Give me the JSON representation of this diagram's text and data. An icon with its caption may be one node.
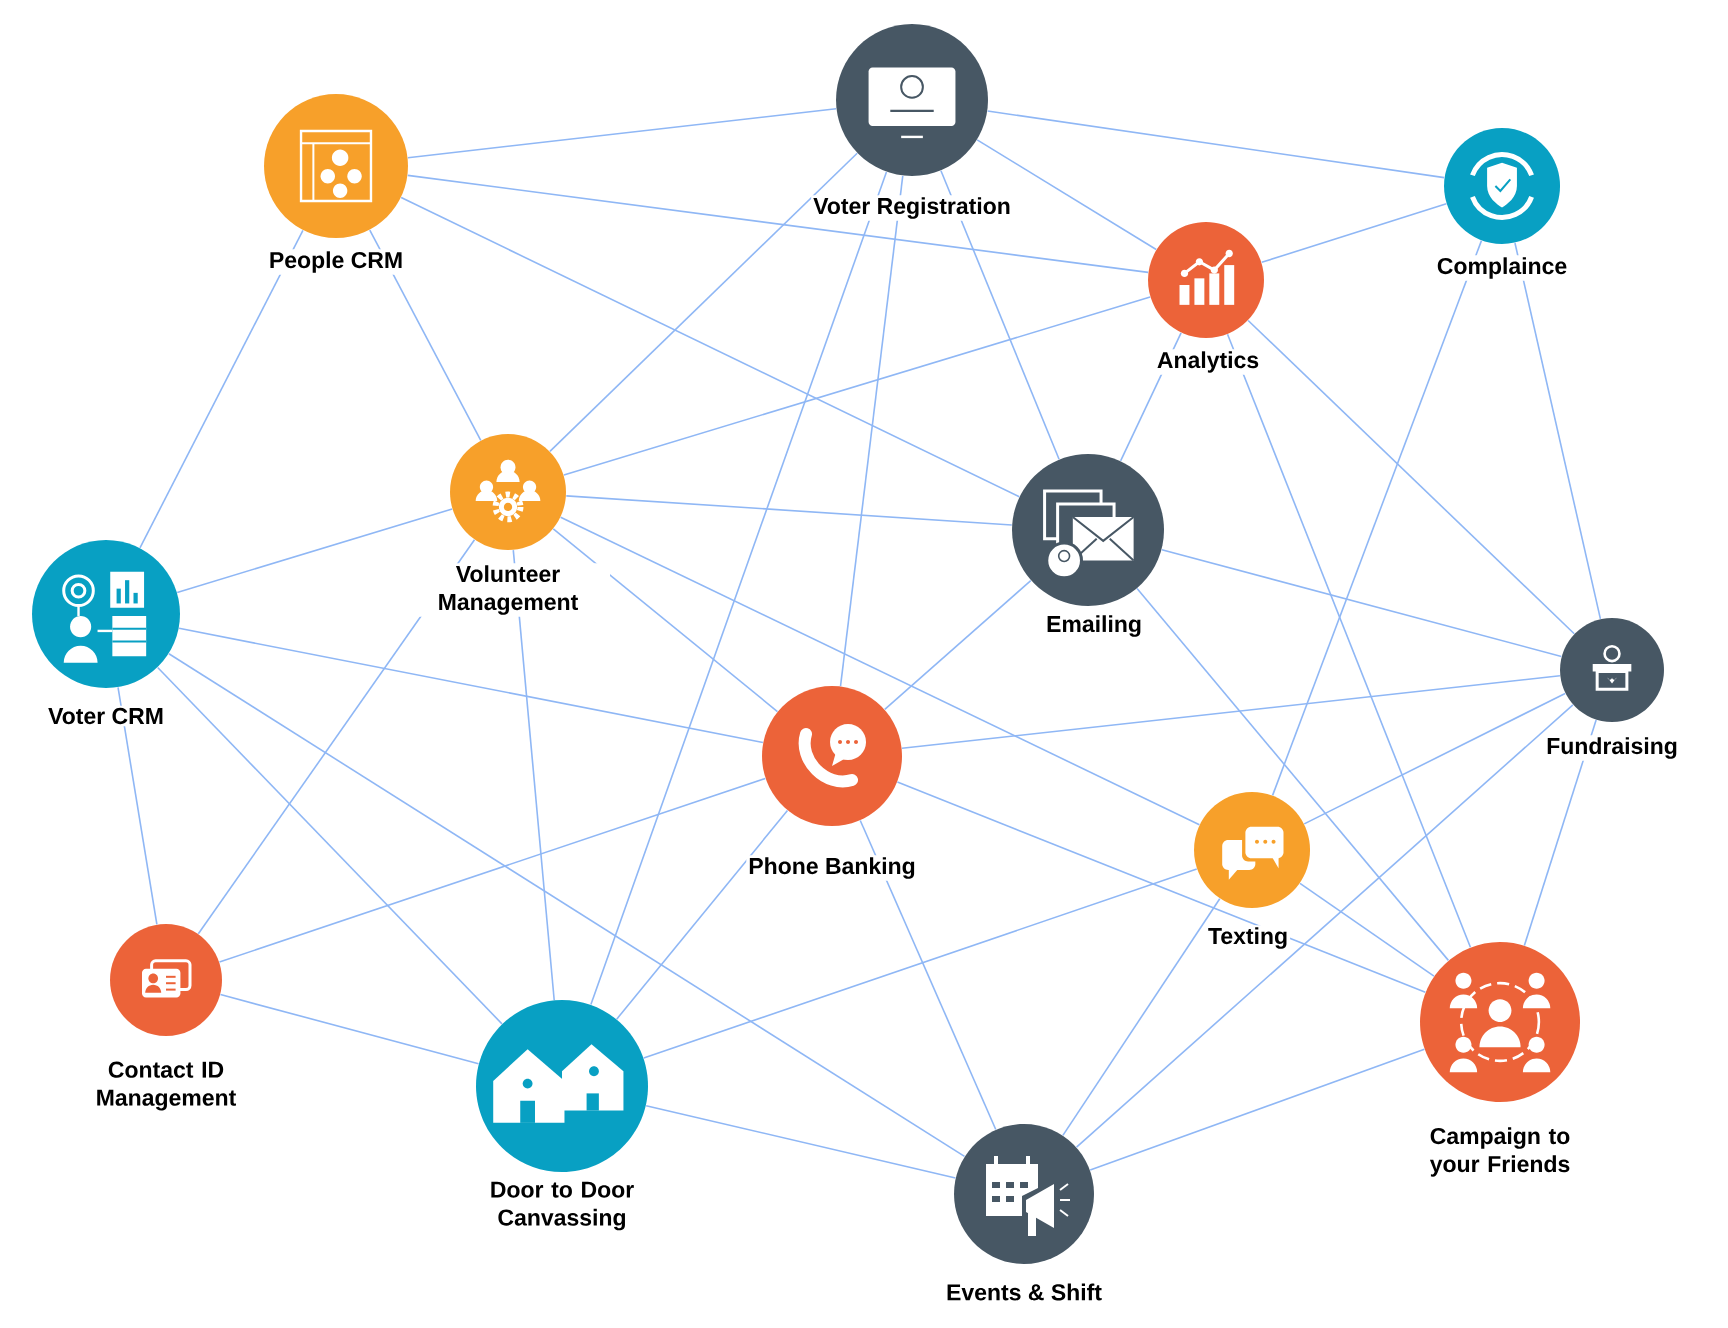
{
  "diagram": {
    "nodes": [
      {
        "text": [
          "Voter Registration"
        ]
      },
      {
        "text": [
          "People CRM"
        ]
      },
      {
        "text": [
          "Analytics"
        ]
      },
      {
        "text": [
          "Complaince"
        ]
      },
      {
        "text": [
          "Volunteer Management"
        ]
      },
      {
        "text": [
          "Emailing"
        ]
      },
      {
        "text": [
          "Voter CRM"
        ]
      },
      {
        "text": [
          "Fundraising"
        ]
      },
      {
        "text": [
          "Phone Banking"
        ]
      },
      {
        "text": [
          "Texting"
        ]
      },
      {
        "text": [
          "Contact ID Management"
        ]
      },
      {
        "text": [
          "Door to Door Canvassing"
        ]
      },
      {
        "text": [
          "Campaign to your Friends"
        ]
      },
      {
        "text": [
          "Events & Shift"
        ]
      }
    ],
    "edges": [
      {
        "from": 1,
        "to": 0,
        "arrow": "none"
      },
      {
        "from": 1,
        "to": 2,
        "arrow": "none"
      },
      {
        "from": 1,
        "to": 5,
        "arrow": "none"
      },
      {
        "from": 1,
        "to": 6,
        "arrow": "none"
      },
      {
        "from": 1,
        "to": 4,
        "arrow": "none"
      },
      {
        "from": 0,
        "to": 3,
        "arrow": "none"
      },
      {
        "from": 0,
        "to": 2,
        "arrow": "none"
      },
      {
        "from": 0,
        "to": 5,
        "arrow": "none"
      },
      {
        "from": 0,
        "to": 8,
        "arrow": "none"
      },
      {
        "from": 0,
        "to": 11,
        "arrow": "none"
      },
      {
        "from": 0,
        "to": 4,
        "arrow": "none"
      },
      {
        "from": 2,
        "to": 3,
        "arrow": "none"
      },
      {
        "from": 2,
        "to": 4,
        "arrow": "none"
      },
      {
        "from": 2,
        "to": 5,
        "arrow": "none"
      },
      {
        "from": 2,
        "to": 12,
        "arrow": "none"
      },
      {
        "from": 2,
        "to": 7,
        "arrow": "none"
      },
      {
        "from": 3,
        "to": 7,
        "arrow": "none"
      },
      {
        "from": 3,
        "to": 9,
        "arrow": "none"
      },
      {
        "from": 4,
        "to": 6,
        "arrow": "none"
      },
      {
        "from": 4,
        "to": 5,
        "arrow": "none"
      },
      {
        "from": 4,
        "to": 10,
        "arrow": "none"
      },
      {
        "from": 4,
        "to": 11,
        "arrow": "none"
      },
      {
        "from": 4,
        "to": 8,
        "arrow": "none"
      },
      {
        "from": 4,
        "to": 9,
        "arrow": "none"
      },
      {
        "from": 5,
        "to": 8,
        "arrow": "none"
      },
      {
        "from": 5,
        "to": 7,
        "arrow": "none"
      },
      {
        "from": 5,
        "to": 12,
        "arrow": "none"
      },
      {
        "from": 6,
        "to": 8,
        "arrow": "none"
      },
      {
        "from": 6,
        "to": 10,
        "arrow": "none"
      },
      {
        "from": 6,
        "to": 11,
        "arrow": "none"
      },
      {
        "from": 6,
        "to": 13,
        "arrow": "none"
      },
      {
        "from": 8,
        "to": 7,
        "arrow": "none"
      },
      {
        "from": 8,
        "to": 10,
        "arrow": "none"
      },
      {
        "from": 8,
        "to": 11,
        "arrow": "none"
      },
      {
        "from": 8,
        "to": 13,
        "arrow": "none"
      },
      {
        "from": 8,
        "to": 12,
        "arrow": "none"
      },
      {
        "from": 9,
        "to": 11,
        "arrow": "none"
      },
      {
        "from": 9,
        "to": 13,
        "arrow": "none"
      },
      {
        "from": 9,
        "to": 12,
        "arrow": "none"
      },
      {
        "from": 9,
        "to": 7,
        "arrow": "none"
      },
      {
        "from": 7,
        "to": 13,
        "arrow": "none"
      },
      {
        "from": 7,
        "to": 12,
        "arrow": "none"
      },
      {
        "from": 10,
        "to": 11,
        "arrow": "none"
      },
      {
        "from": 11,
        "to": 13,
        "arrow": "none"
      },
      {
        "from": 12,
        "to": 13,
        "arrow": "none"
      }
    ]
  }
}
